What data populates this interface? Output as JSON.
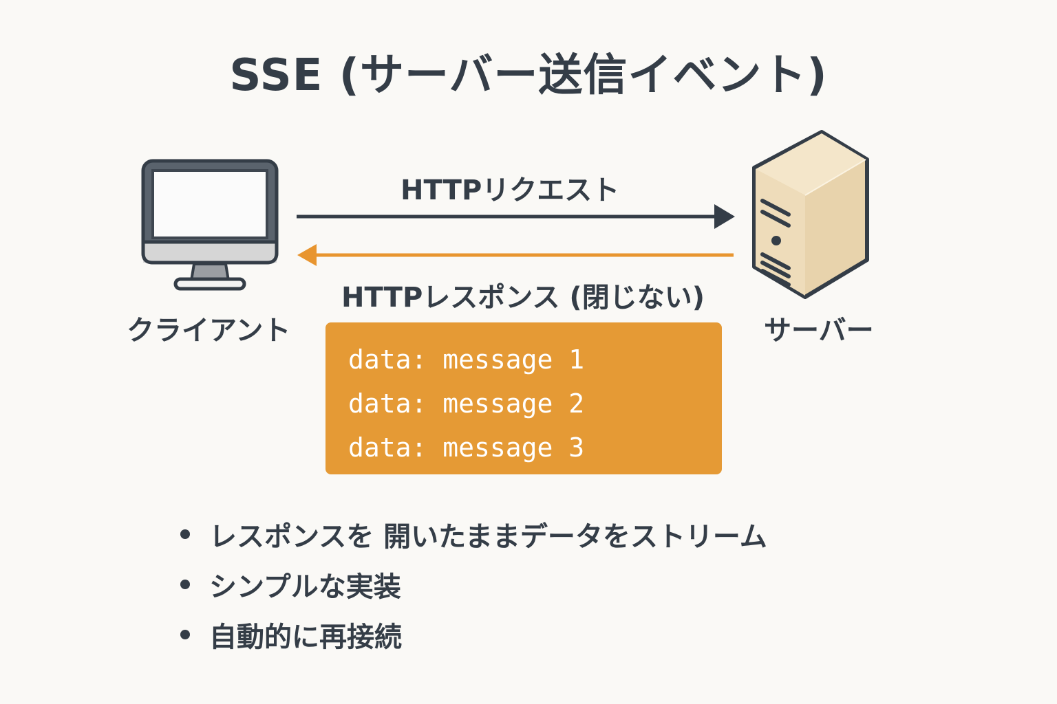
{
  "title": "SSE (サーバー送信イベント)",
  "client": {
    "label": "クライアント",
    "icon": "monitor-icon"
  },
  "server": {
    "label": "サーバー",
    "icon": "server-tower-icon"
  },
  "request": {
    "label": "HTTPリクエスト",
    "color": "#343d47"
  },
  "response": {
    "label": "HTTPレスポンス (閉じない)",
    "color": "#e8952f"
  },
  "stream": {
    "color": "#e59a35",
    "lines": [
      "data: message 1",
      "data: message 2",
      "data: message 3"
    ]
  },
  "bullets": [
    "レスポンスを 開いたままデータをストリーム",
    "シンプルな実装",
    "自動的に再接続"
  ]
}
